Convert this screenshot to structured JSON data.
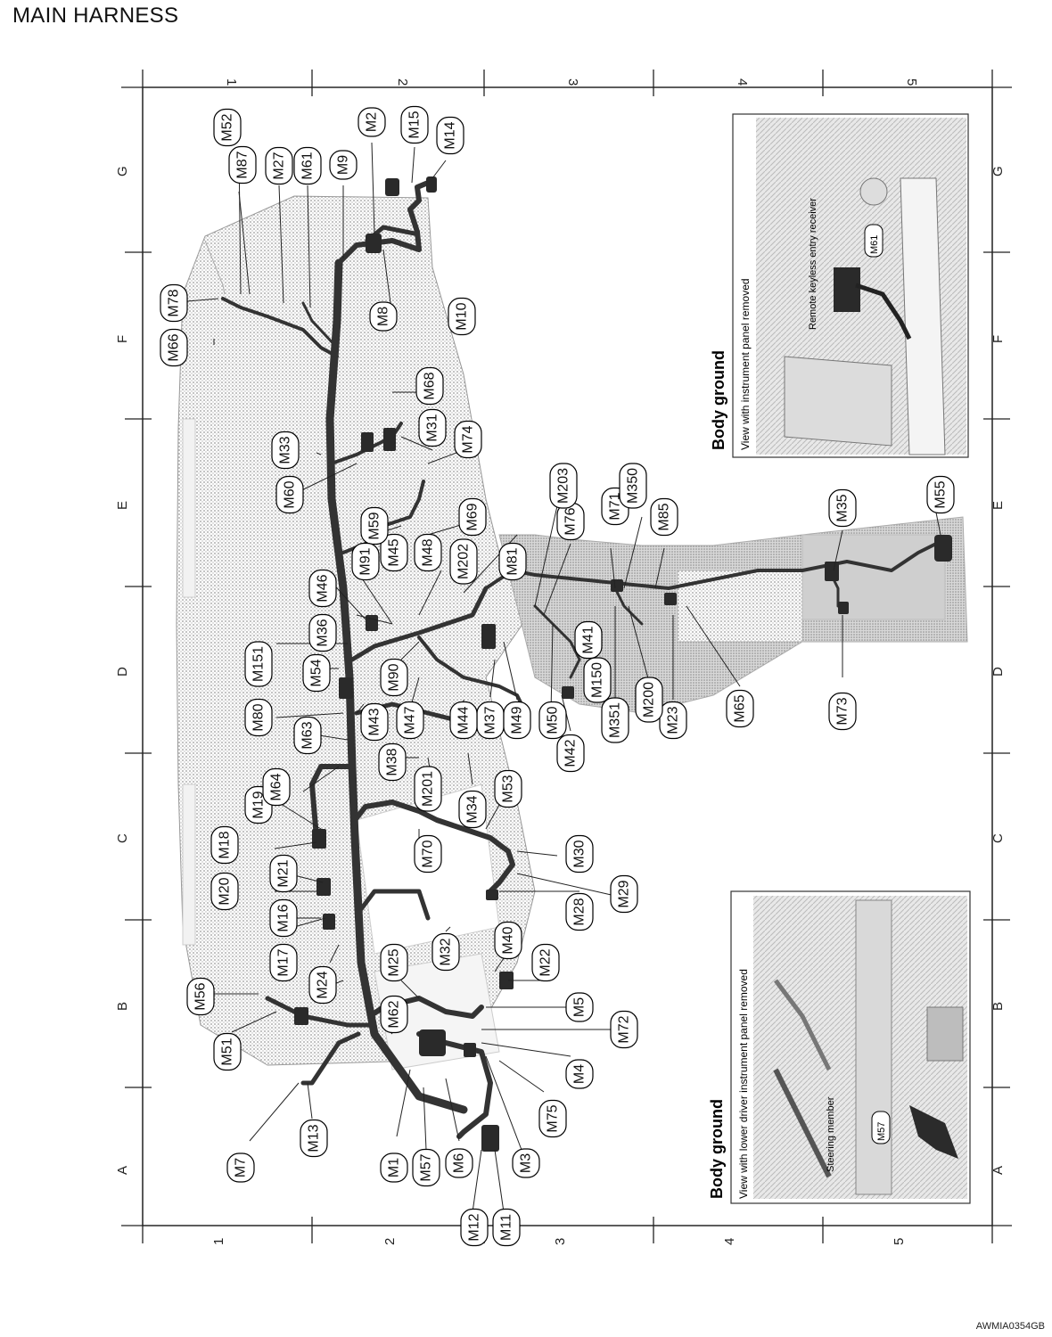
{
  "page": {
    "title": "MAIN HARNESS",
    "code": "AWMIA0354GB"
  },
  "grid": {
    "numbers": [
      "1",
      "2",
      "3",
      "4",
      "5"
    ],
    "letters": [
      "A",
      "B",
      "C",
      "D",
      "E",
      "F",
      "G"
    ]
  },
  "insets": {
    "left": {
      "title": "Body ground",
      "subtitle": "View with lower driver instrument panel removed",
      "connector": "M57",
      "callout": "Steering member"
    },
    "right": {
      "title": "Body ground",
      "subtitle": "View with instrument panel removed",
      "connector": "M61",
      "callout": "Remote keyless entry receiver"
    }
  },
  "connectors": [
    "M1",
    "M2",
    "M3",
    "M4",
    "M5",
    "M6",
    "M7",
    "M8",
    "M9",
    "M10",
    "M11",
    "M12",
    "M13",
    "M14",
    "M15",
    "M16",
    "M17",
    "M18",
    "M19",
    "M20",
    "M21",
    "M22",
    "M23",
    "M24",
    "M25",
    "M27",
    "M28",
    "M29",
    "M30",
    "M31",
    "M32",
    "M33",
    "M34",
    "M35",
    "M36",
    "M37",
    "M38",
    "M40",
    "M41",
    "M42",
    "M43",
    "M44",
    "M45",
    "M46",
    "M47",
    "M48",
    "M49",
    "M50",
    "M51",
    "M52",
    "M53",
    "M54",
    "M55",
    "M56",
    "M57",
    "M59",
    "M60",
    "M61",
    "M62",
    "M63",
    "M64",
    "M65",
    "M66",
    "M68",
    "M69",
    "M70",
    "M71",
    "M72",
    "M73",
    "M74",
    "M75",
    "M76",
    "M78",
    "M80",
    "M81",
    "M85",
    "M87",
    "M90",
    "M91",
    "M150",
    "M151",
    "M200",
    "M201",
    "M202",
    "M203",
    "M350",
    "M351"
  ]
}
